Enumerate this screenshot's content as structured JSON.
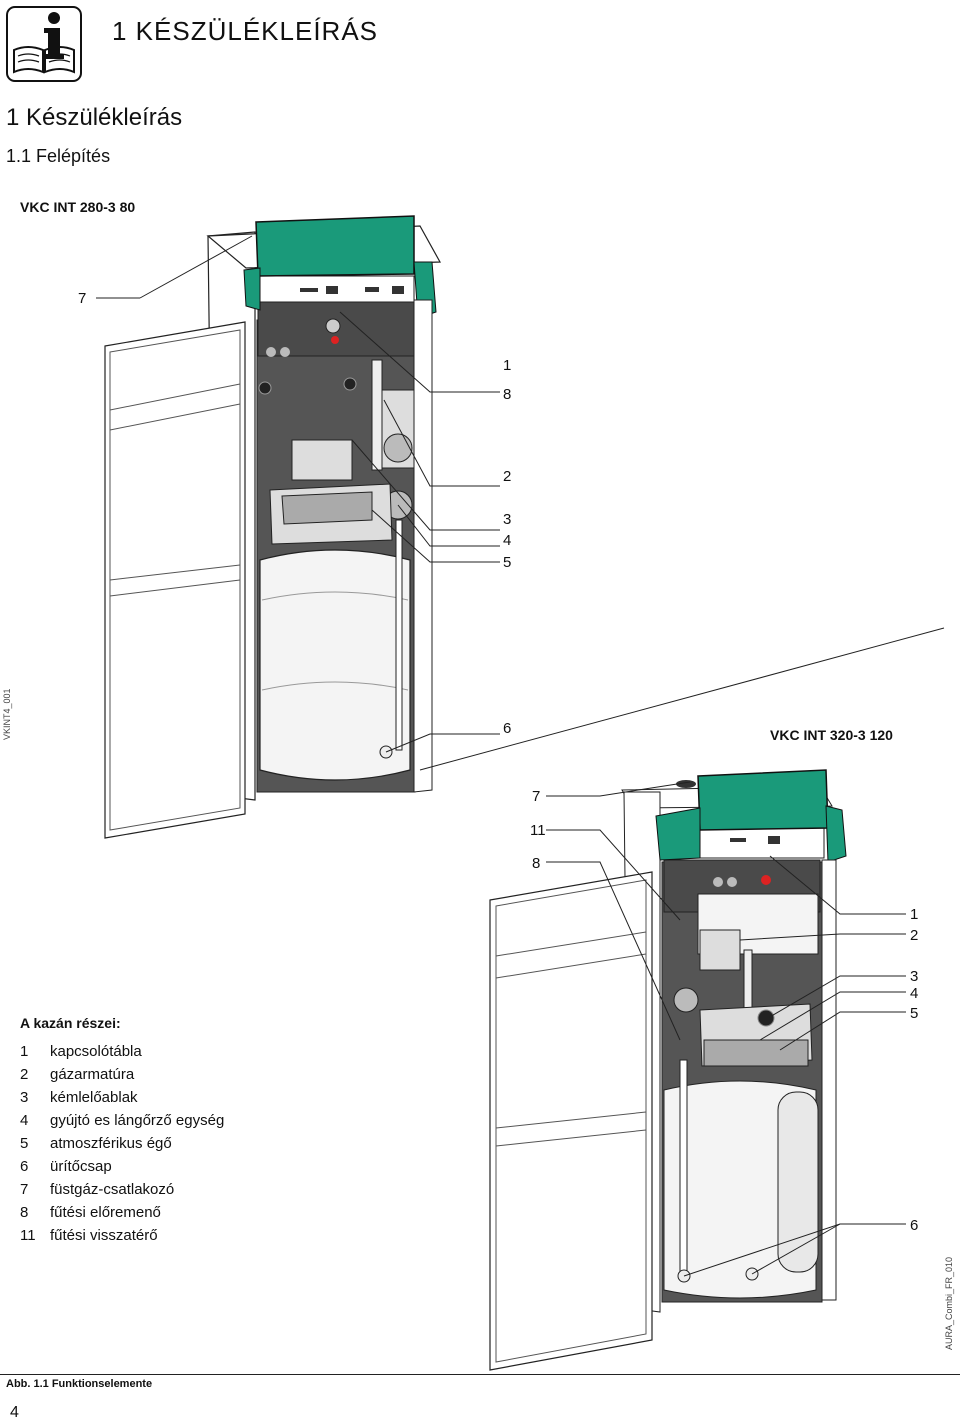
{
  "header": {
    "title": "1 KÉSZÜLÉKLEÍRÁS",
    "icon": "info-book-icon"
  },
  "heading1": "1 Készülékleírás",
  "heading2": "1.1 Felépítés",
  "figure": {
    "model_top": "VKC INT 280-3 80",
    "model_bottom": "VKC INT 320-3 120",
    "code_top": "VKINT4_001",
    "code_bottom": "AURA_Combi_FR_010",
    "labels_top": [
      "7",
      "1",
      "8",
      "2",
      "3",
      "4",
      "5",
      "6"
    ],
    "labels_bottom": [
      "7",
      "11",
      "8",
      "1",
      "2",
      "3",
      "4",
      "5",
      "6"
    ],
    "accent_color": "#1a9a7a"
  },
  "legend": {
    "title": "A kazán részei:",
    "items": [
      {
        "num": "1",
        "text": "kapcsolótábla"
      },
      {
        "num": "2",
        "text": "gázarmatúra"
      },
      {
        "num": "3",
        "text": "kémlelőablak"
      },
      {
        "num": "4",
        "text": "gyújtó es lángőrző egység"
      },
      {
        "num": "5",
        "text": "atmoszférikus égő"
      },
      {
        "num": "6",
        "text": "ürítőcsap"
      },
      {
        "num": "7",
        "text": "füstgáz-csatlakozó"
      },
      {
        "num": "8",
        "text": "fűtési előremenő"
      },
      {
        "num": "11",
        "text": "fűtési visszatérő"
      }
    ]
  },
  "caption": "Abb. 1.1 Funktionselemente",
  "page_number": "4"
}
